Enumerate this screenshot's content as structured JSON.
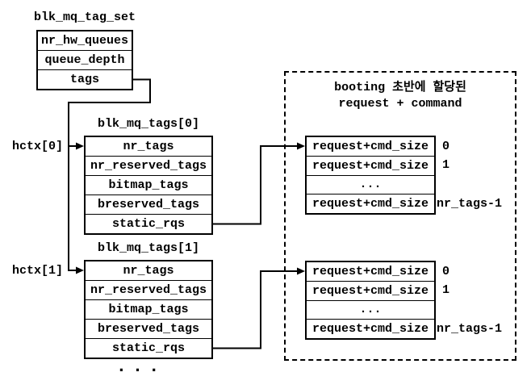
{
  "tag_set": {
    "title": "blk_mq_tag_set",
    "fields": [
      "nr_hw_queues",
      "queue_depth",
      "tags"
    ]
  },
  "hctx": {
    "labels": [
      "hctx[0]",
      "hctx[1]"
    ]
  },
  "tags_blocks": [
    {
      "title": "blk_mq_tags[0]",
      "fields": [
        "nr_tags",
        "nr_reserved_tags",
        "bitmap_tags",
        "breserved_tags",
        "static_rqs"
      ]
    },
    {
      "title": "blk_mq_tags[1]",
      "fields": [
        "nr_tags",
        "nr_reserved_tags",
        "bitmap_tags",
        "breserved_tags",
        "static_rqs"
      ]
    }
  ],
  "request_region": {
    "caption_line1": "booting 초반에 할당된",
    "caption_line2": "request + command",
    "row_label": "request+cmd_size",
    "ellipsis_row": "...",
    "indices": [
      "0",
      "1",
      "nr_tags-1"
    ]
  },
  "ellipsis": "...",
  "colors": {
    "background": "#ffffff",
    "line": "#000000",
    "text": "#000000"
  }
}
